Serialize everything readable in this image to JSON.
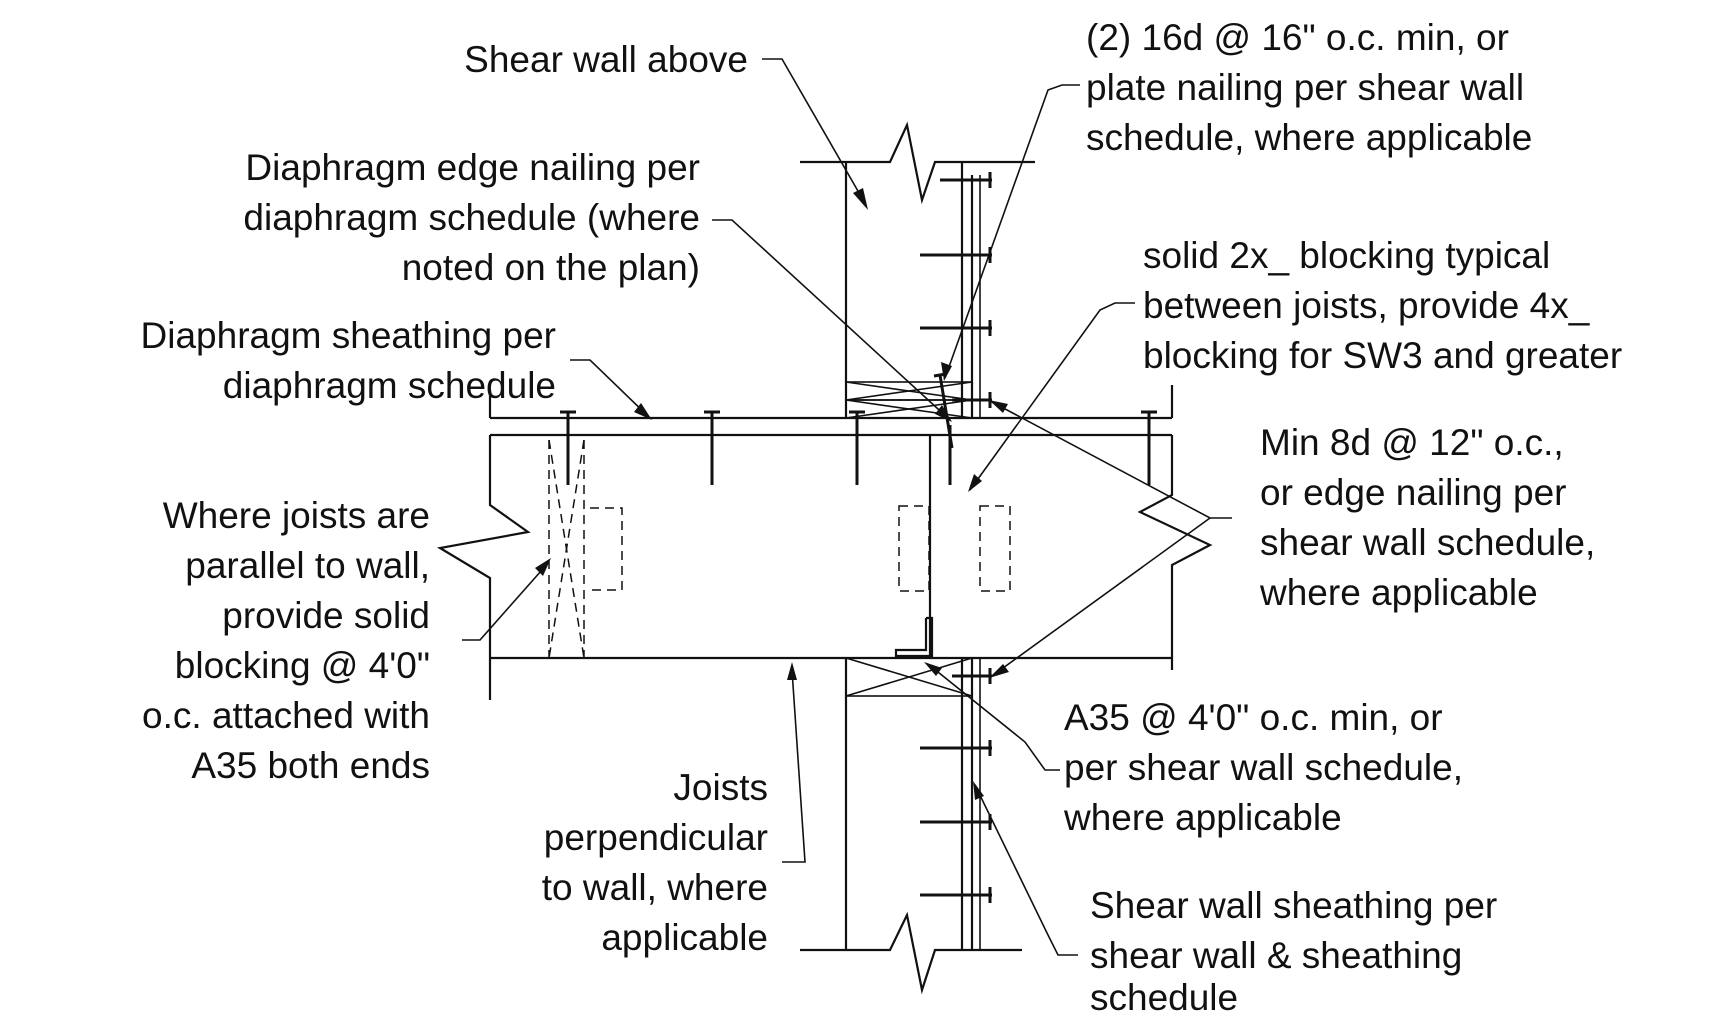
{
  "labels": {
    "shear_wall_above": [
      "Shear wall above"
    ],
    "diaphragm_edge_nailing": [
      "Diaphragm edge nailing per",
      "diaphragm schedule (where",
      "noted on the plan)"
    ],
    "diaphragm_sheathing": [
      "Diaphragm sheathing per",
      "diaphragm schedule"
    ],
    "parallel_joists": [
      "Where joists are",
      "parallel to wall,",
      "provide solid",
      "blocking @ 4'0\"",
      "o.c. attached with",
      "A35 both ends"
    ],
    "perpendicular_joists": [
      "Joists",
      "perpendicular",
      "to wall, where",
      "applicable"
    ],
    "plate_nailing": [
      "(2) 16d @ 16\" o.c. min, or",
      "plate nailing per shear wall",
      "schedule, where applicable"
    ],
    "blocking": [
      "solid 2x_ blocking typical",
      "between joists, provide 4x_",
      "blocking for SW3 and greater"
    ],
    "min_8d": [
      "Min 8d @ 12\" o.c.,",
      "or edge nailing per",
      "shear wall schedule,",
      "where applicable"
    ],
    "a35": [
      "A35 @ 4'0\" o.c. min, or",
      "per shear wall schedule,",
      "where applicable"
    ],
    "shear_wall_sheathing": [
      "Shear wall sheathing per",
      "shear wall & sheathing",
      "schedule"
    ]
  }
}
